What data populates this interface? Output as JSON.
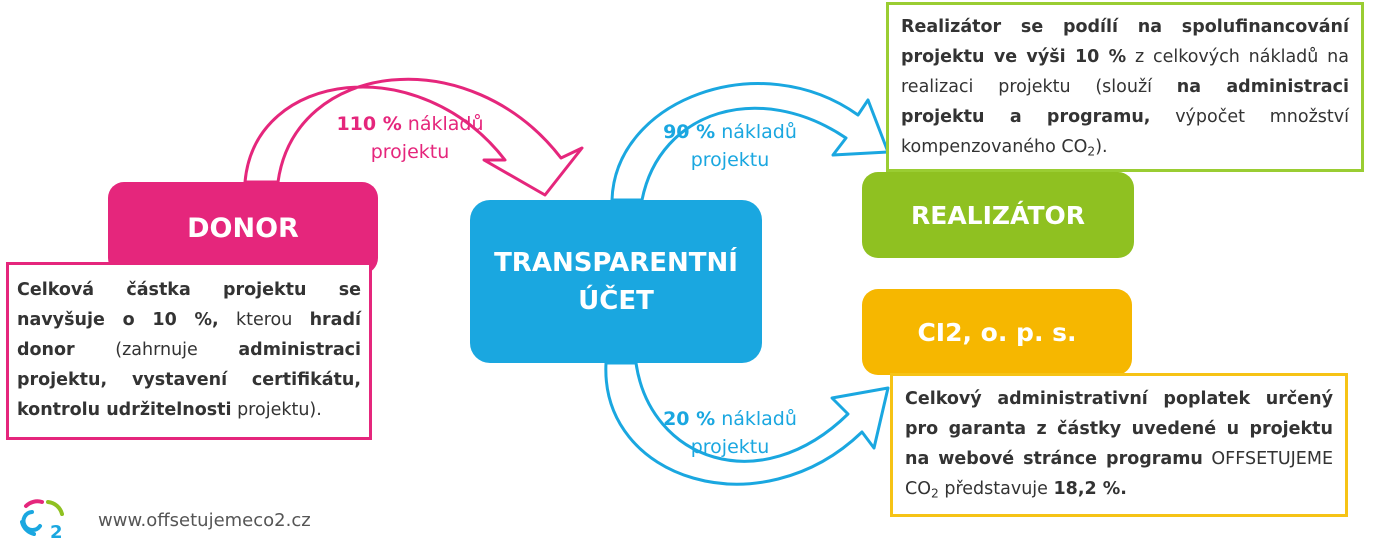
{
  "colors": {
    "donor": "#e5267c",
    "ucet": "#1aa7e0",
    "realizator": "#8fc121",
    "ci2": "#f6b700"
  },
  "nodes": {
    "donor": "DONOR",
    "ucet_line1": "TRANSPARENTNÍ",
    "ucet_line2": "ÚČET",
    "realizator": "REALIZÁTOR",
    "ci2": "CI2, o. p. s."
  },
  "arrows": {
    "donor_to_ucet": {
      "pct": "110 %",
      "line1_rest": " nákladů",
      "line2": "projektu"
    },
    "ucet_to_realizator": {
      "pct": "90 %",
      "line1_rest": " nákladů",
      "line2": "projektu"
    },
    "ucet_to_ci2": {
      "pct": "20 %",
      "line1_rest": " nákladů",
      "line2": "projektu"
    }
  },
  "donor_desc": {
    "b1": "Celková částka projektu se navyšuje o 10 %,",
    "t1": " kterou ",
    "b2": "hradí donor",
    "t2": " (zahrnuje ",
    "b3": "administraci projektu, vystavení certifikátu, kontrolu udržitelnosti",
    "t3": " projektu)."
  },
  "realizator_desc": {
    "b1": "Realizátor se podílí na spolufinancování projektu ve výši 10 %",
    "t1": " z celkových nákladů na realizaci projektu (slouží ",
    "b2": "na administraci projektu a programu,",
    "t2": " výpočet množství kompenzovaného CO",
    "sub": "2",
    "t3": ")."
  },
  "ci2_desc": {
    "b1": "Celkový administrativní poplatek určený pro garanta z částky uvedené u projektu na webové stránce programu",
    "t1": " OFFSETUJEME CO",
    "sub": "2",
    "t2": " představuje ",
    "b2": "18,2 %."
  },
  "footer": {
    "logo_icon": "co2-cycle-logo-icon",
    "url": "www.offsetujemeco2.cz"
  }
}
